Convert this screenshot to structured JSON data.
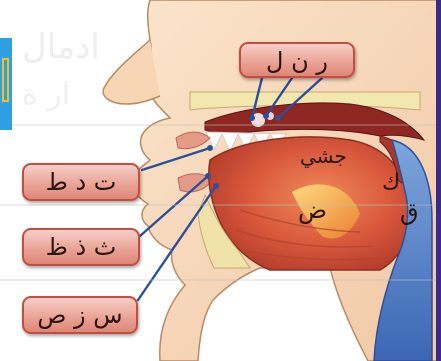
{
  "labels": {
    "top": "ر ن ل",
    "teeth": "ت د ط",
    "tongue_tip": "ث ذ ظ",
    "front": "س ز ص"
  },
  "inner_letters": {
    "mid_palate": "جشي",
    "side": "ض",
    "back_upper": "ك",
    "back_lower": "ق"
  },
  "colors": {
    "skin": "#f7d6b5",
    "label_fill": "#e9a194",
    "label_border": "#c44d43",
    "tongue": "#d95a3c",
    "palate": "#9a2a24",
    "throat": "#4f7fc7",
    "arrow": "#2e4f9a",
    "highlight": "#f2a632"
  },
  "icons": {
    "left_strip": "blue-tab-icon"
  }
}
